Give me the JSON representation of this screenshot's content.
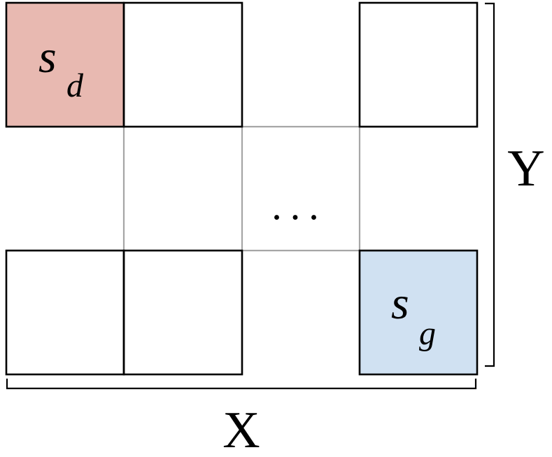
{
  "grid": {
    "rows": 3,
    "cols": 4,
    "start_cell": {
      "symbol": "s",
      "subscript": "d",
      "fill_color": "#e8b9b1"
    },
    "goal_cell": {
      "symbol": "s",
      "subscript": "g",
      "fill_color": "#d0e1f2"
    },
    "ellipsis": "..."
  },
  "axes": {
    "x_label": "X",
    "y_label": "Y"
  },
  "colors": {
    "dark_line": "#000000",
    "light_line": "#a6a6a6"
  }
}
